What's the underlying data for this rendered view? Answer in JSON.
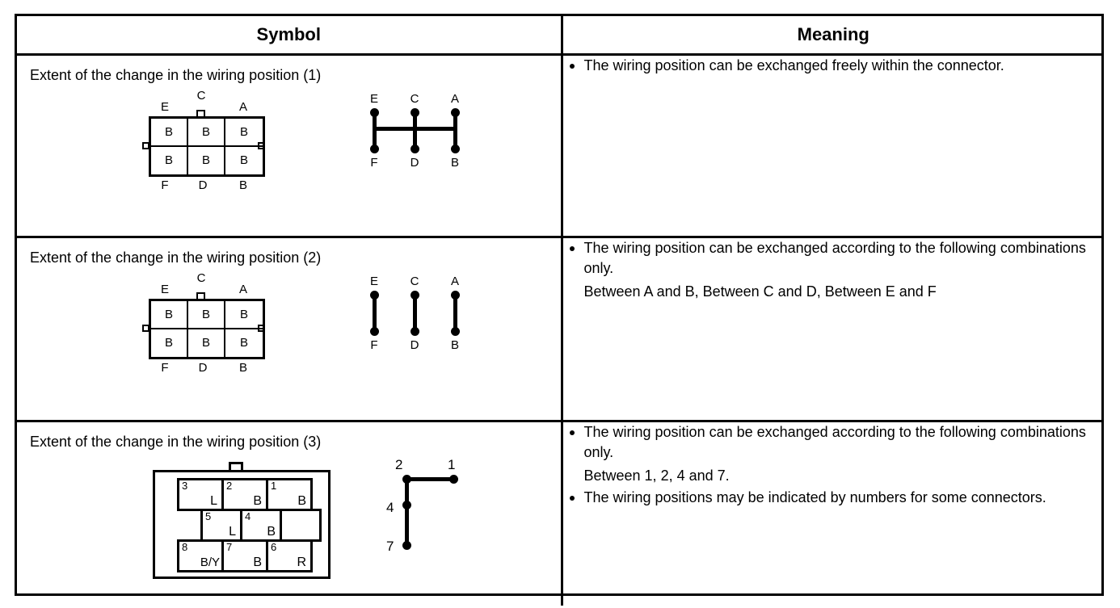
{
  "table": {
    "headers": {
      "symbol": "Symbol",
      "meaning": "Meaning"
    },
    "rows": [
      {
        "title": "Extent of the change in the wiring position (1)",
        "connector": {
          "type": "6-pin",
          "top_labels": [
            "E",
            "C",
            "A"
          ],
          "bottom_labels": [
            "F",
            "D",
            "B"
          ],
          "cells": [
            "B",
            "B",
            "B",
            "B",
            "B",
            "B"
          ]
        },
        "schematic": {
          "type": "bus-linked",
          "top_nodes": [
            "E",
            "C",
            "A"
          ],
          "bottom_nodes": [
            "F",
            "D",
            "B"
          ],
          "bus": true
        },
        "meaning": [
          {
            "bullet": true,
            "text": "The wiring position can be exchanged freely within the connector."
          }
        ]
      },
      {
        "title": "Extent of the change in the wiring position (2)",
        "connector": {
          "type": "6-pin",
          "top_labels": [
            "E",
            "C",
            "A"
          ],
          "bottom_labels": [
            "F",
            "D",
            "B"
          ],
          "cells": [
            "B",
            "B",
            "B",
            "B",
            "B",
            "B"
          ]
        },
        "schematic": {
          "type": "pairs",
          "top_nodes": [
            "E",
            "C",
            "A"
          ],
          "bottom_nodes": [
            "F",
            "D",
            "B"
          ],
          "bus": false
        },
        "meaning": [
          {
            "bullet": true,
            "text": "The wiring position can be exchanged according to the following combinations only."
          },
          {
            "bullet": false,
            "text": "Between A and B, Between C and D, Between E and F"
          }
        ]
      },
      {
        "title": "Extent of the change in the wiring position (3)",
        "connector": {
          "type": "8-pin",
          "pin_rows": [
            [
              {
                "number": "3",
                "color": "L"
              },
              {
                "number": "2",
                "color": "B"
              },
              {
                "number": "1",
                "color": "B"
              }
            ],
            [
              {
                "number": "5",
                "color": "L"
              },
              {
                "number": "4",
                "color": "B"
              },
              {
                "number": "",
                "color": ""
              }
            ],
            [
              {
                "number": "8",
                "color": "B/Y"
              },
              {
                "number": "7",
                "color": "B"
              },
              {
                "number": "6",
                "color": "R"
              }
            ]
          ]
        },
        "schematic": {
          "type": "L-linked",
          "nodes": [
            "2",
            "1",
            "4",
            "7"
          ]
        },
        "meaning": [
          {
            "bullet": true,
            "text": "The wiring position can be exchanged according to the following combinations only."
          },
          {
            "bullet": false,
            "text": "Between 1, 2, 4 and 7."
          },
          {
            "bullet": true,
            "text": "The wiring positions may be indicated by numbers for some connectors."
          }
        ]
      }
    ]
  }
}
